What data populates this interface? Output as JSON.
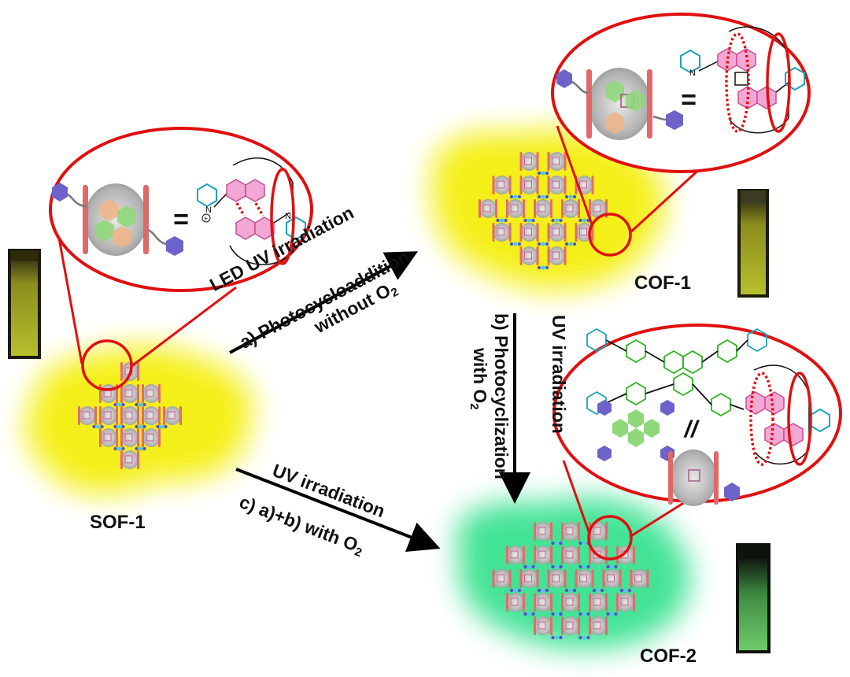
{
  "labels": {
    "sof1": "SOF-1",
    "cof1": "COF-1",
    "cof2": "COF-2",
    "equals": "=",
    "parallel": "//"
  },
  "arrows": {
    "a_line1": "LED UV irradiation",
    "a_line2_prefix": "a) Photocycloaddition",
    "a_line3_prefix": "without O",
    "a_line3_sub": "2",
    "b_line1": "UV irradiation",
    "b_line2": "b) Photocyclization",
    "b_line3_prefix": "with O",
    "b_line3_sub": "2",
    "c_line1": "UV irradiation",
    "c_line2_prefix": "c)    a)+b) with O",
    "c_line2_sub": "2"
  },
  "charges": {
    "plus": "+",
    "n": "N"
  },
  "colors": {
    "red_accent": "#e01010",
    "yellow_glow": "#f6f11a",
    "green_glow": "#2ee08a",
    "hexagon_purple": "#6d62c9",
    "hexagon_green": "#8fd87a",
    "hexagon_orange": "#f1b48a",
    "coumarin_pink": "#f08ac8",
    "pyridinium_cyan": "#1aa3b8",
    "macrocycle_grey": "#9a9a9a"
  }
}
